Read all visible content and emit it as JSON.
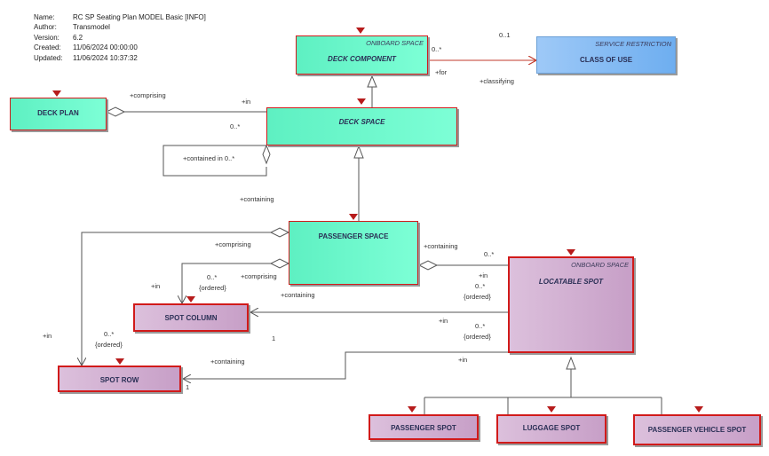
{
  "meta": {
    "name_label": "Name:",
    "name": "RC SP Seating Plan MODEL Basic [INFO]",
    "author_label": "Author:",
    "author": "Transmodel",
    "version_label": "Version:",
    "version": "6.2",
    "created_label": "Created:",
    "created": "11/06/2024 00:00:00",
    "updated_label": "Updated:",
    "updated": "11/06/2024 10:37:32"
  },
  "classes": {
    "deck_component": {
      "stereotype": "ONBOARD SPACE",
      "name": "DECK COMPONENT"
    },
    "class_of_use": {
      "stereotype": "SERVICE RESTRICTION",
      "name": "CLASS OF USE"
    },
    "deck_plan": {
      "name": "DECK PLAN"
    },
    "deck_space": {
      "name": "DECK SPACE"
    },
    "passenger_space": {
      "name": "PASSENGER SPACE"
    },
    "locatable_spot": {
      "stereotype": "ONBOARD SPACE",
      "name": "LOCATABLE SPOT"
    },
    "spot_column": {
      "name": "SPOT COLUMN"
    },
    "spot_row": {
      "name": "SPOT ROW"
    },
    "passenger_spot": {
      "name": "PASSENGER SPOT"
    },
    "luggage_spot": {
      "name": "LUGGAGE SPOT"
    },
    "passenger_vehicle_spot": {
      "name": "PASSENGER VEHICLE SPOT"
    }
  },
  "labels": {
    "for_mult": "0..*",
    "for_role": "+for",
    "use_mult": "0..1",
    "classifying": "+classifying",
    "plan_comprising": "+comprising",
    "plan_in": "+in",
    "contained_mult": "0..*",
    "contained_in": "+contained in 0..*",
    "deck_containing": "+containing",
    "ps_comprising_row": "+comprising",
    "ps_comprising_col": "+comprising",
    "col_mult": "0..*",
    "col_ordered": "{ordered}",
    "col_in": "+in",
    "ps_containing": "+containing",
    "ps_containing_mult": "0..*",
    "spot_in_top": "+in",
    "spot_mult_top": "0..*",
    "spot_ordered_top": "{ordered}",
    "col_containing": "+containing",
    "col_one": "1",
    "spot_in_mid": "+in",
    "spot_mult_mid": "0..*",
    "spot_ordered_mid": "{ordered}",
    "row_in": "+in",
    "row_mult": "0..*",
    "row_ordered": "{ordered}",
    "row_containing": "+containing",
    "row_one": "1",
    "spot_in_bottom": "+in"
  }
}
